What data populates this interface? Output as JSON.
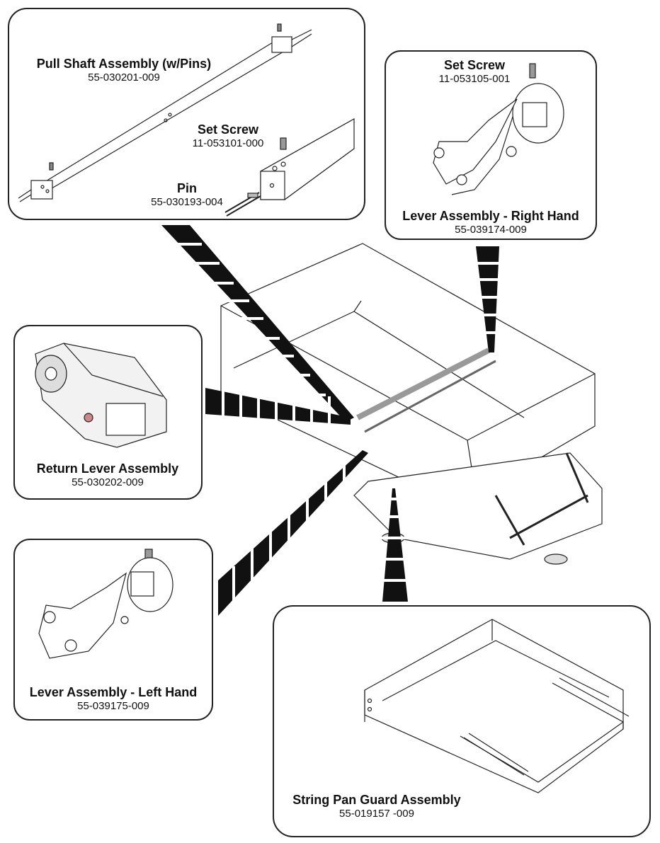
{
  "callouts": {
    "pull_shaft": {
      "name": "Pull Shaft Assembly (w/Pins)",
      "part": "55-030201-009"
    },
    "set_screw_1": {
      "name": "Set Screw",
      "part": "11-053101-000"
    },
    "pin": {
      "name": "Pin",
      "part": "55-030193-004"
    },
    "set_screw_2": {
      "name": "Set Screw",
      "part": "11-053105-001"
    },
    "lever_right": {
      "name": "Lever Assembly - Right Hand",
      "part": "55-039174-009"
    },
    "return_lever": {
      "name": "Return Lever Assembly",
      "part": "55-030202-009"
    },
    "lever_left": {
      "name": "Lever Assembly - Left Hand",
      "part": "55-039175-009"
    },
    "string_pan_guard": {
      "name": "String Pan Guard Assembly",
      "part": "55-019157 -009"
    }
  }
}
